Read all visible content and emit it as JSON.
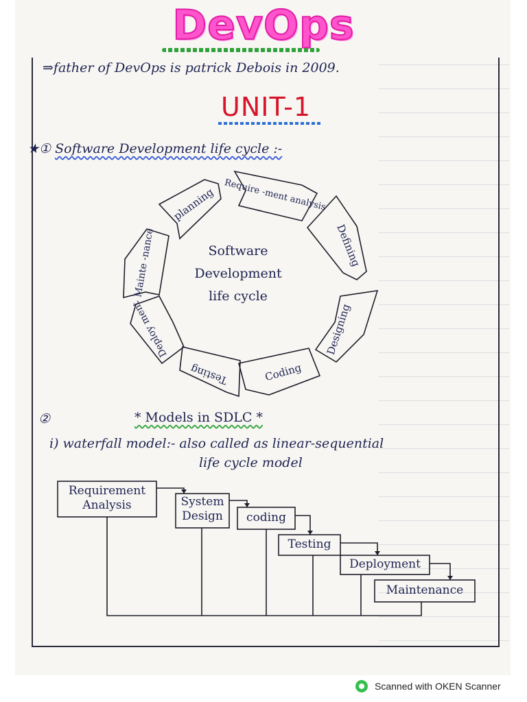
{
  "title": "DevOps",
  "father_line": "⇒father of DevOps is patrick Debois in 2009.",
  "unit_heading": "UNIT-1",
  "section1": {
    "marker": "★①",
    "heading": "Software Development life cycle :-"
  },
  "sdlc_cycle": {
    "center_lines": [
      "Software",
      "Development",
      "life cycle"
    ],
    "stages": [
      "planning",
      "Require -ment analysis",
      "Defining",
      "Designing",
      "Coding",
      "Testing",
      "Deploy ment",
      "Mainte -nance"
    ]
  },
  "section2": {
    "marker": "②",
    "heading": "* Models in SDLC *"
  },
  "waterfall": {
    "line1": "i) waterfall model:- also called as linear-sequential",
    "line2": "life cycle model",
    "steps": [
      "Requirement Analysis",
      "System Design",
      "coding",
      "Testing",
      "Deployment",
      "Maintenance"
    ]
  },
  "footer": {
    "scanner_text": "Scanned with OKEN Scanner",
    "logo_icon": "oken-scanner-logo-icon"
  },
  "colors": {
    "title_pink": "#ff55cc",
    "unit_red": "#d6162a",
    "ink_blue": "#1e2350"
  }
}
